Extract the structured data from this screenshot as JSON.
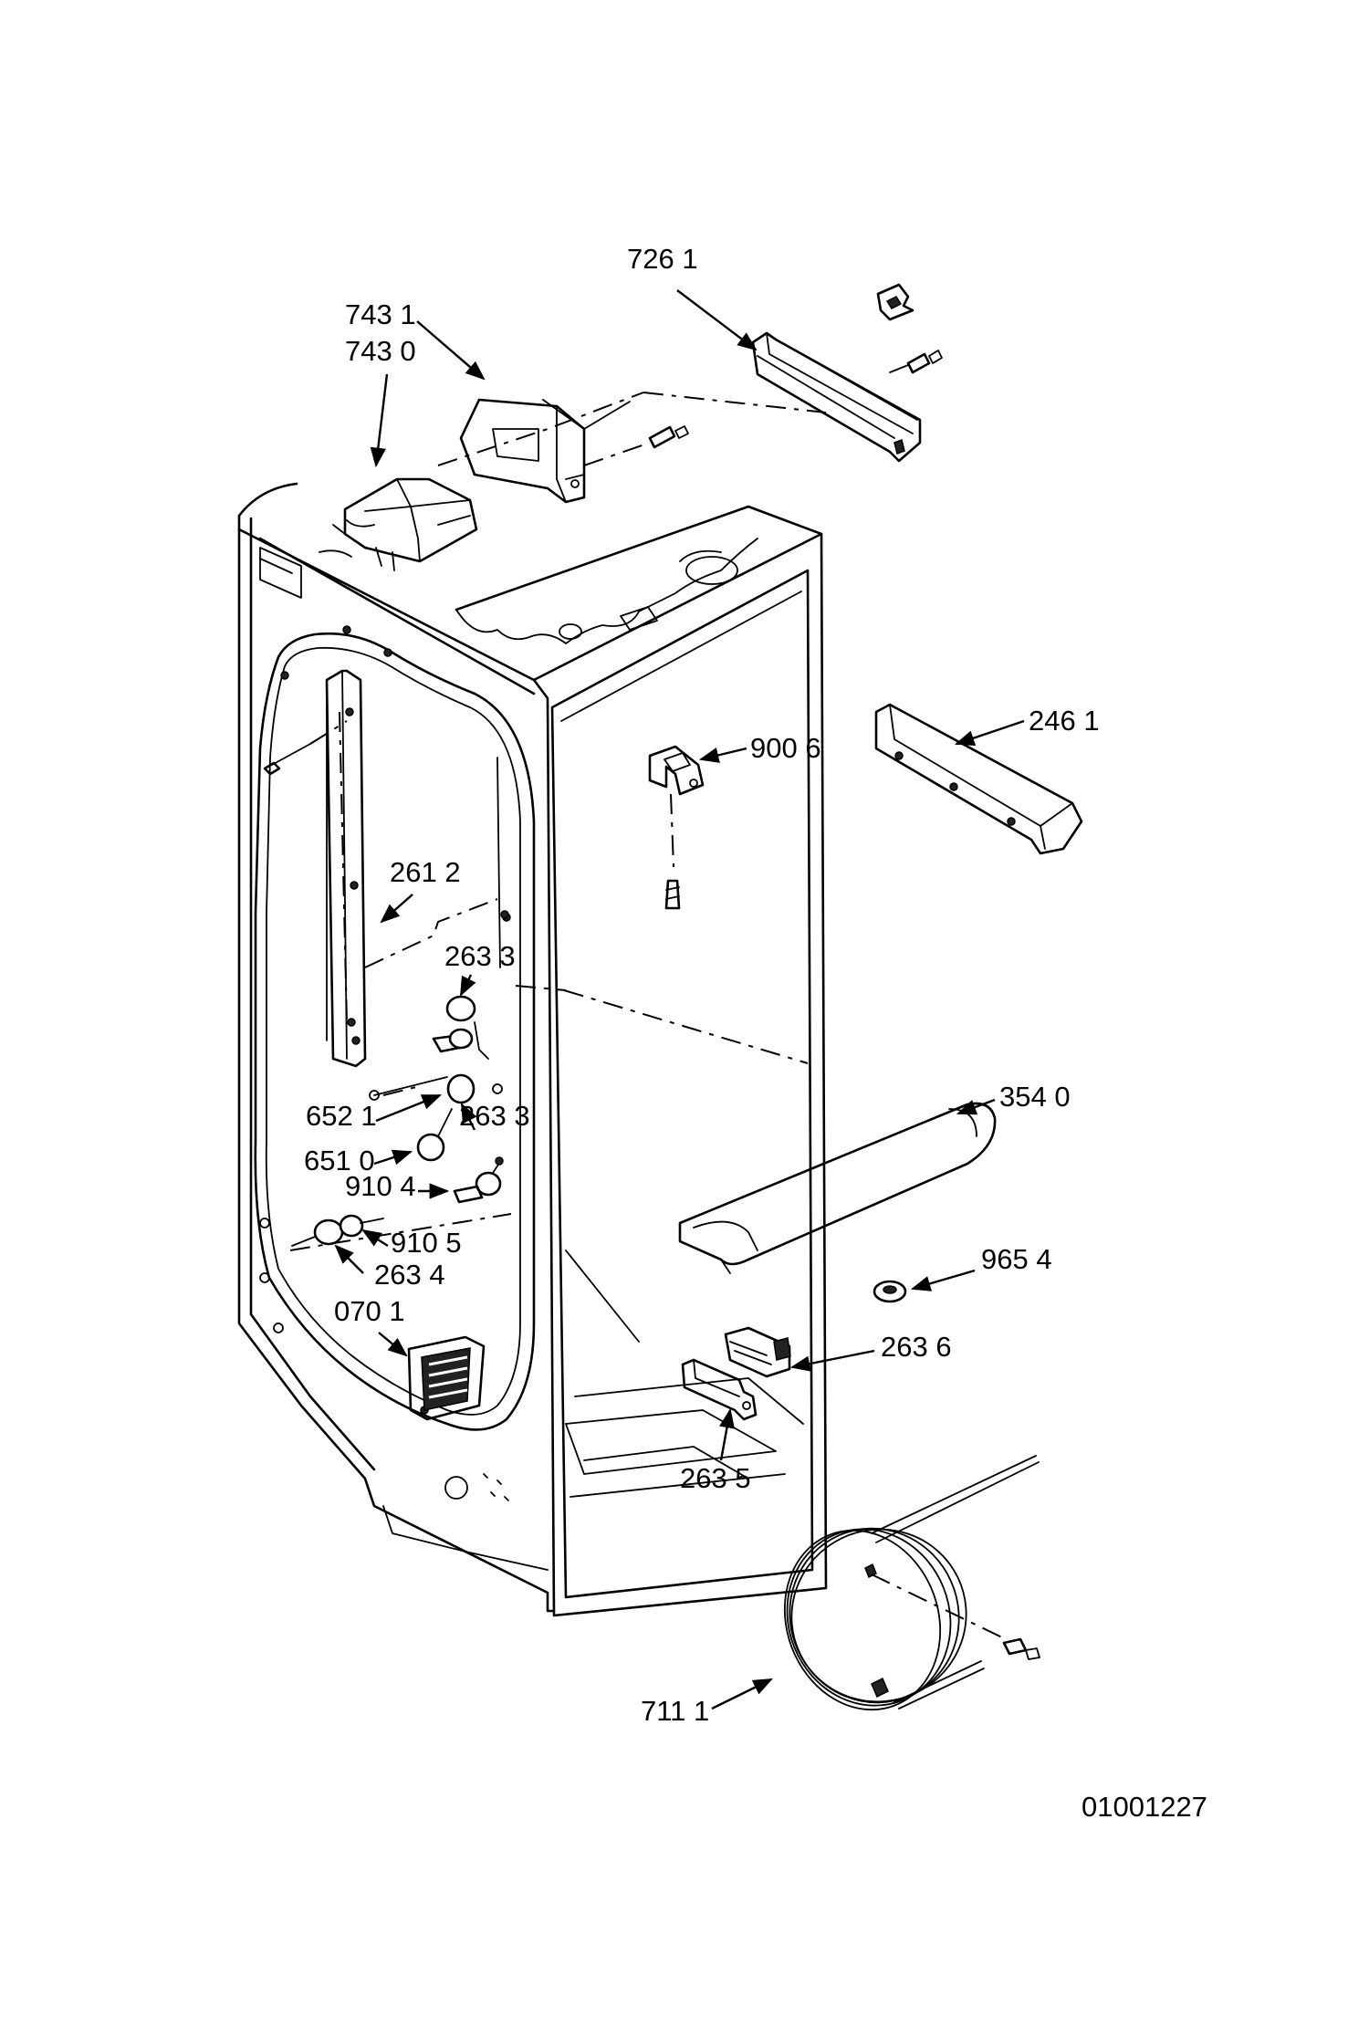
{
  "labels": {
    "l7261": "726 1",
    "l7431": "743 1",
    "l7430": "743 0",
    "l2461": "246 1",
    "l9006": "900 6",
    "l2612": "261 2",
    "l2633a": "263 3",
    "l6521": "652 1",
    "l2633b": "263 3",
    "l6510": "651 0",
    "l9104": "910 4",
    "l9105": "910 5",
    "l2634": "263 4",
    "l0701": "070 1",
    "l3540": "354 0",
    "l9654": "965 4",
    "l2636": "263 6",
    "l2635": "263 5",
    "l7111": "711 1"
  },
  "document_id": "01001227"
}
